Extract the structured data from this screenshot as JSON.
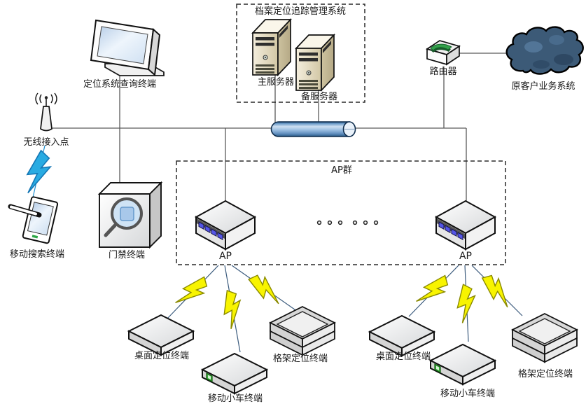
{
  "diagram": {
    "boxes": {
      "archive_system": "档案定位追踪管理系统",
      "ap_group": "AP群"
    },
    "labels": {
      "query_terminal": "定位系统查询终端",
      "main_server": "主服务器",
      "backup_server": "备服务器",
      "router": "路由器",
      "legacy_system": "原客户业务系统",
      "wireless_ap": "无线接入点",
      "mobile_search_terminal": "移动搜索终端",
      "door_terminal": "门禁终端",
      "ap_left": "AP",
      "ap_right": "AP",
      "desktop_left": "桌面定位终端",
      "cart_left": "移动小车终端",
      "rack_left": "格架定位终端",
      "desktop_right": "桌面定位终端",
      "cart_right": "移动小车终端",
      "rack_right": "格架定位终端"
    },
    "colors": {
      "lightning_yellow": "#f8f400",
      "lightning_blue": "#29abe2",
      "bus_blue": "#6d9cc9",
      "cloud_navy": "#3c5a77",
      "server_beige": "#e6ddc2",
      "line_gray": "#5a5a5a"
    }
  }
}
